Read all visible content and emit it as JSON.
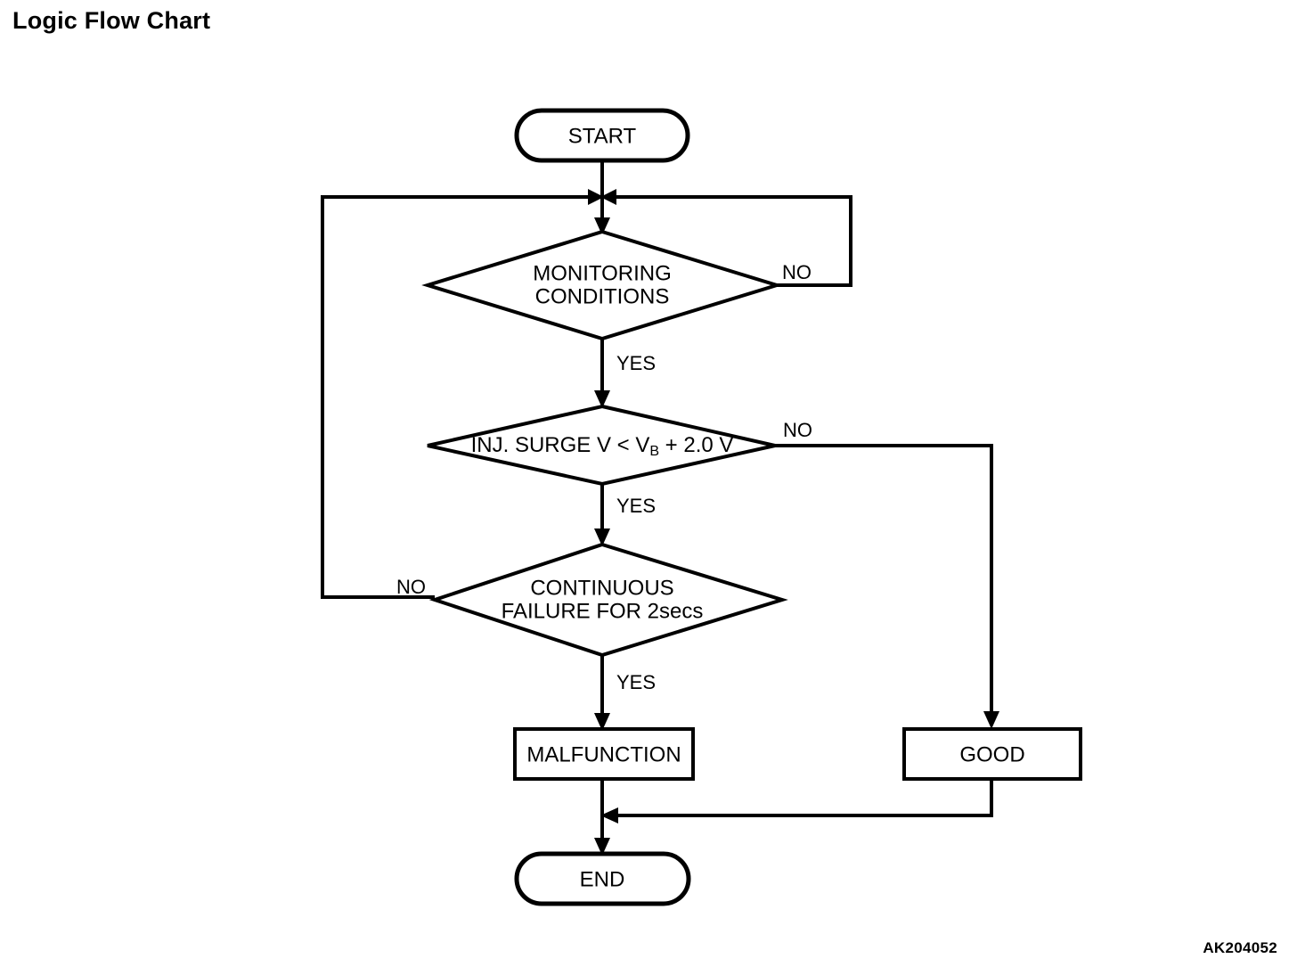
{
  "page": {
    "title": "Logic Flow Chart",
    "figure_code": "AK204052",
    "background_color": "#ffffff",
    "line_color": "#000000"
  },
  "chart_data": {
    "type": "diagram",
    "diagram_type": "flowchart",
    "title": "Logic Flow Chart",
    "orientation": "top-to-bottom",
    "nodes": [
      {
        "id": "start",
        "shape": "stadium",
        "label": "START"
      },
      {
        "id": "monitoring",
        "shape": "diamond",
        "label_line1": "MONITORING",
        "label_line2": "CONDITIONS"
      },
      {
        "id": "inj_surge",
        "shape": "diamond",
        "label_main": "INJ. SURGE V < V",
        "label_sub": "B",
        "label_tail": " + 2.0 V"
      },
      {
        "id": "continuous",
        "shape": "diamond",
        "label_line1": "CONTINUOUS",
        "label_line2": "FAILURE FOR 2secs"
      },
      {
        "id": "malfunction",
        "shape": "rect",
        "label": "MALFUNCTION"
      },
      {
        "id": "good",
        "shape": "rect",
        "label": "GOOD"
      },
      {
        "id": "end",
        "shape": "stadium",
        "label": "END"
      }
    ],
    "edges": [
      {
        "from": "start",
        "to": "monitoring",
        "label": ""
      },
      {
        "from": "monitoring",
        "to": "monitoring",
        "label": "NO",
        "label_position": "right",
        "routing": "loop-right-up-back-to-junction"
      },
      {
        "from": "monitoring",
        "to": "inj_surge",
        "label": "YES",
        "label_position": "right-of-line"
      },
      {
        "from": "inj_surge",
        "to": "good",
        "label": "NO",
        "label_position": "right",
        "routing": "right-then-down"
      },
      {
        "from": "inj_surge",
        "to": "continuous",
        "label": "YES",
        "label_position": "right-of-line"
      },
      {
        "from": "continuous",
        "to": "monitoring",
        "label": "NO",
        "label_position": "left",
        "routing": "loop-left-up-back-to-junction"
      },
      {
        "from": "continuous",
        "to": "malfunction",
        "label": "YES",
        "label_position": "right-of-line"
      },
      {
        "from": "malfunction",
        "to": "end",
        "label": ""
      },
      {
        "from": "good",
        "to": "end",
        "label": "",
        "routing": "down-then-left-merge"
      }
    ],
    "edge_labels": {
      "monitoring_no": "NO",
      "monitoring_yes": "YES",
      "inj_surge_no": "NO",
      "inj_surge_yes": "YES",
      "continuous_no": "NO",
      "continuous_yes": "YES"
    }
  },
  "nodes": {
    "start": {
      "label": "START"
    },
    "monitoring": {
      "line1": "MONITORING",
      "line2": "CONDITIONS"
    },
    "inj_surge": {
      "main": "INJ. SURGE V < V",
      "sub": "B",
      "tail": " + 2.0 V"
    },
    "continuous": {
      "line1": "CONTINUOUS",
      "line2": "FAILURE FOR 2secs"
    },
    "malfunction": {
      "label": "MALFUNCTION"
    },
    "good": {
      "label": "GOOD"
    },
    "end": {
      "label": "END"
    }
  },
  "labels": {
    "monitoring_no": "NO",
    "monitoring_yes": "YES",
    "inj_surge_no": "NO",
    "inj_surge_yes": "YES",
    "continuous_no": "NO",
    "continuous_yes": "YES"
  }
}
